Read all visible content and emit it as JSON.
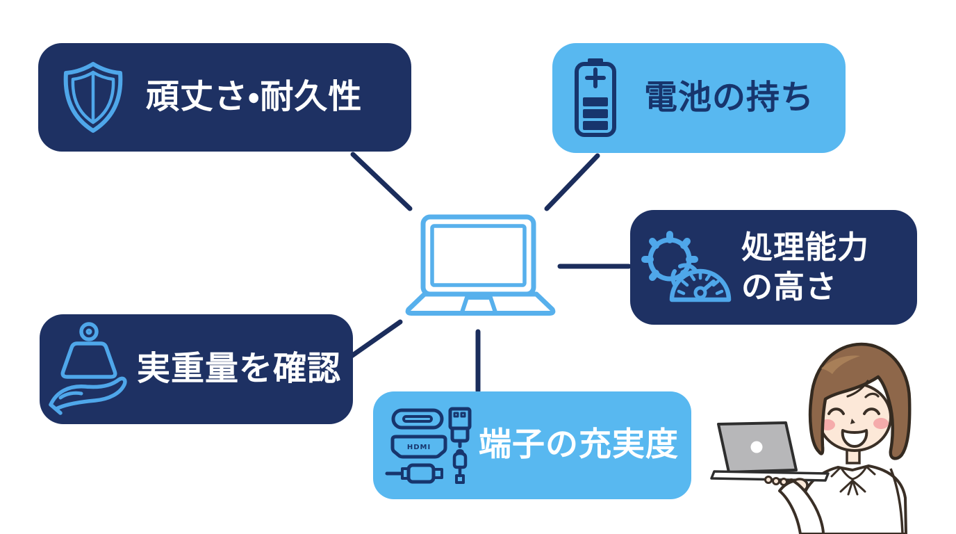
{
  "diagram": {
    "topic": "laptop-choice-points",
    "nodes": [
      {
        "id": "durability",
        "label": "頑丈さ・耐久性",
        "icon": "shield-icon",
        "variant": "navy"
      },
      {
        "id": "battery",
        "label": "電池の持ち",
        "icon": "battery-icon",
        "variant": "light-blue"
      },
      {
        "id": "performance",
        "label_lines": [
          "処理能力",
          "の高さ"
        ],
        "icon": "gear-speedometer-icon",
        "variant": "navy"
      },
      {
        "id": "weight",
        "label": "実重量を確認",
        "icon": "weight-hand-icon",
        "variant": "navy"
      },
      {
        "id": "ports",
        "label": "端子の充実度",
        "icon": "ports-icon",
        "port_label": "HDMI",
        "variant": "light-blue"
      }
    ],
    "center": {
      "icon": "laptop-icon"
    },
    "illustration": {
      "name": "woman-holding-laptop"
    },
    "colors": {
      "box_navy": "#1e3163",
      "box_light_blue": "#58b8f0",
      "icon_blue_on_navy": "#4fa7ea",
      "icon_navy_on_blue": "#17356d",
      "connector": "#1b2d5c",
      "text_white": "#ffffff",
      "text_navy": "#17356d",
      "laptop_outline": "#57b0ec"
    }
  }
}
